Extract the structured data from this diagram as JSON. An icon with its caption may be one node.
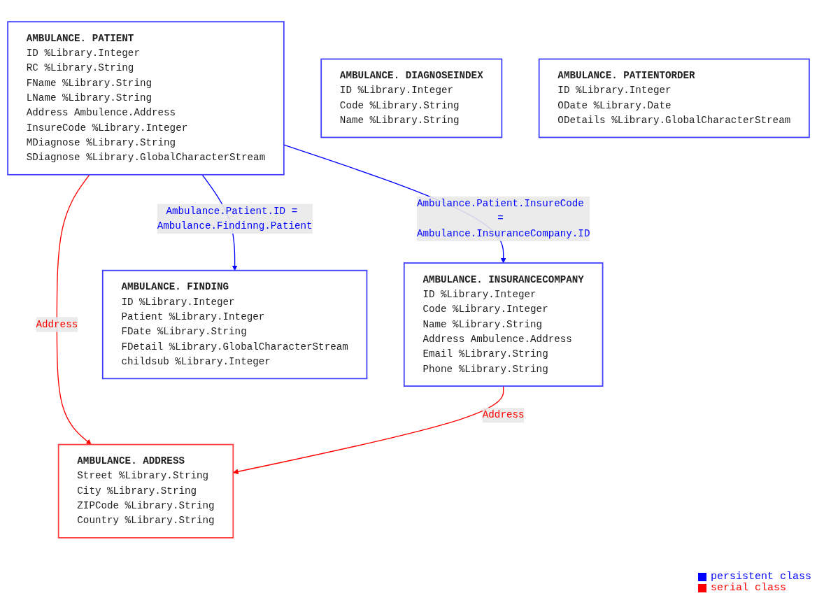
{
  "diagram": {
    "nodes": [
      {
        "text": [
          "AMBULANCE. PATIENT",
          "ID %Library.Integer",
          "RC %Library.String",
          "FName %Library.String",
          "LName %Library.String",
          "Address Ambulence.Address",
          "InsureCode %Library.Integer",
          "MDiagnose %Library.String",
          "SDiagnose %Library.GlobalCharacterStream"
        ]
      },
      {
        "text": [
          "AMBULANCE. INSURANCECOMPANY",
          "ID %Library.Integer",
          "Code %Library.Integer",
          "Name %Library.String",
          "Address Ambulence.Address",
          "Email %Library.String",
          "Phone %Library.String"
        ]
      },
      {
        "text": [
          "AMBULANCE. FINDING",
          "ID %Library.Integer",
          "Patient %Library.Integer",
          "FDate %Library.String",
          "FDetail %Library.GlobalCharacterStream",
          "childsub %Library.Integer"
        ]
      },
      {
        "text": [
          "AMBULANCE. ADDRESS",
          "Street %Library.String",
          "City %Library.String",
          "ZIPCode %Library.String",
          "Country %Library.String"
        ]
      },
      {
        "text": [
          "AMBULANCE. DIAGNOSEINDEX",
          "ID %Library.Integer",
          "Code %Library.String",
          "Name %Library.String"
        ]
      },
      {
        "text": [
          "AMBULANCE. PATIENTORDER",
          "ID %Library.Integer",
          "ODate %Library.Date",
          "ODetails %Library.GlobalCharacterStream"
        ]
      }
    ],
    "edges": [
      {
        "from": 0,
        "to": 1,
        "arrow": "to",
        "label": "Ambulance.Patient.InsureCode = Ambulance.InsuranceCompany.ID",
        "color": "#0000ff"
      },
      {
        "from": 0,
        "to": 2,
        "arrow": "to",
        "label": "Ambulance.Patient.ID = Ambulance.Findinng.Patient",
        "color": "#0000ff"
      },
      {
        "from": 0,
        "to": 3,
        "arrow": "to",
        "label": "Address",
        "color": "#ff0000"
      },
      {
        "from": 1,
        "to": 3,
        "arrow": "to",
        "label": "Address",
        "color": "#ff0000"
      }
    ],
    "legend": [
      {
        "text": "persistent class",
        "color": "#0000ff"
      },
      {
        "text": "serial class",
        "color": "#ff0000"
      }
    ]
  }
}
